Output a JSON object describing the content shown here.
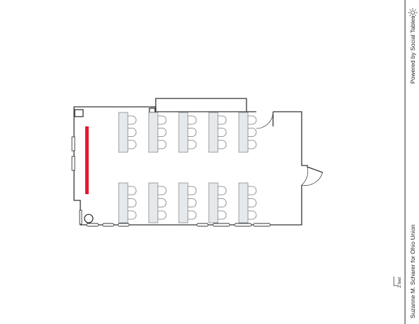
{
  "sidebar": {
    "powered_by": "Powered by Social Tables",
    "powered_by_icon": "sun-icon",
    "credit": "Suzanne M. Scharer for Ohio Union",
    "scale_label": "2 feet"
  },
  "floor_plan": {
    "table_rows": 2,
    "tables_per_row": 5,
    "chairs_per_table": 3,
    "stage_color": "#e8192c",
    "table_color": "#e6e9ec"
  }
}
